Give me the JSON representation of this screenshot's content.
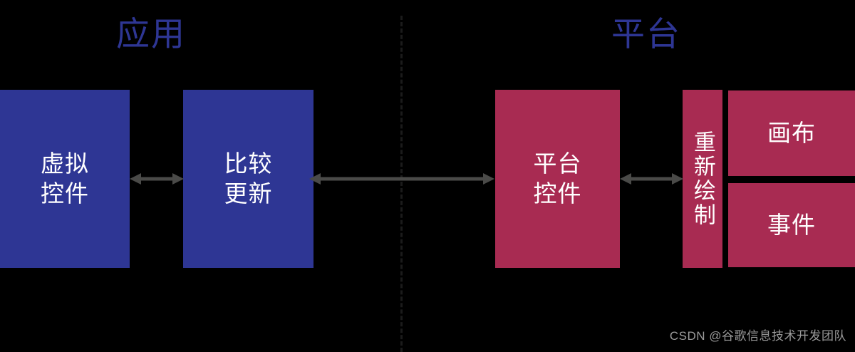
{
  "diagram": {
    "background_color": "#000000",
    "palette": {
      "blue": "#2E3694",
      "crimson": "#A82B52",
      "arrow_gray": "#4a4a48",
      "divider_gray": "#1b1b1b",
      "text_white": "#FFFFFF",
      "watermark_gray": "#9a9a9a"
    },
    "sections": [
      {
        "id": "app",
        "title": "应用"
      },
      {
        "id": "platform",
        "title": "平台"
      }
    ],
    "nodes": [
      {
        "id": "virtual-widget",
        "label": "虚拟\n控件",
        "color": "blue",
        "side": "app"
      },
      {
        "id": "compare-update",
        "label": "比较\n更新",
        "color": "blue",
        "side": "app"
      },
      {
        "id": "platform-widget",
        "label": "平台\n控件",
        "color": "crimson",
        "side": "platform"
      },
      {
        "id": "repaint",
        "label": "重新绘制",
        "color": "crimson",
        "side": "platform",
        "orientation": "vertical"
      },
      {
        "id": "canvas",
        "label": "画布",
        "color": "crimson",
        "side": "platform"
      },
      {
        "id": "event",
        "label": "事件",
        "color": "crimson",
        "side": "platform"
      }
    ],
    "connectors": [
      {
        "id": "virtual-to-compare",
        "from": "virtual-widget",
        "to": "compare-update",
        "style": "double-arrow"
      },
      {
        "id": "compare-to-platform",
        "from": "compare-update",
        "to": "platform-widget",
        "style": "double-arrow"
      },
      {
        "id": "platform-to-repaint",
        "from": "platform-widget",
        "to": "repaint",
        "style": "double-arrow"
      }
    ],
    "divider": {
      "id": "app-platform-divider",
      "style": "dashed-vertical"
    },
    "watermark": "CSDN @谷歌信息技术开发团队"
  }
}
